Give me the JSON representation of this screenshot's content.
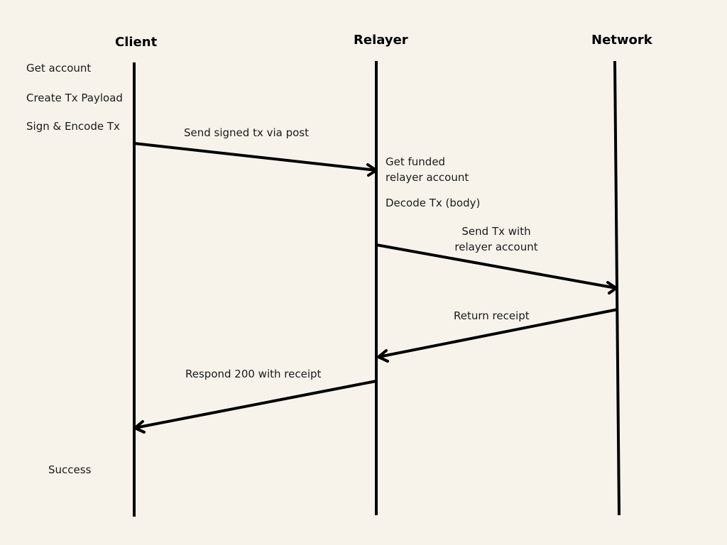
{
  "actors": {
    "client": "Client",
    "relayer": "Relayer",
    "network": "Network"
  },
  "client_steps": {
    "get_account": "Get account",
    "create_payload": "Create Tx Payload",
    "sign_encode": "Sign & Encode Tx",
    "success": "Success"
  },
  "relayer_steps": {
    "get_funded": "Get funded\nrelayer account",
    "decode": "Decode Tx (body)"
  },
  "messages": {
    "send_signed": "Send signed tx via post",
    "send_with_relayer": "Send Tx with\nrelayer account",
    "return_receipt": "Return receipt",
    "respond_200": "Respond 200 with receipt"
  },
  "colors": {
    "background": "#f7f3eb",
    "line": "#000000",
    "text": "#1a1a1a"
  }
}
